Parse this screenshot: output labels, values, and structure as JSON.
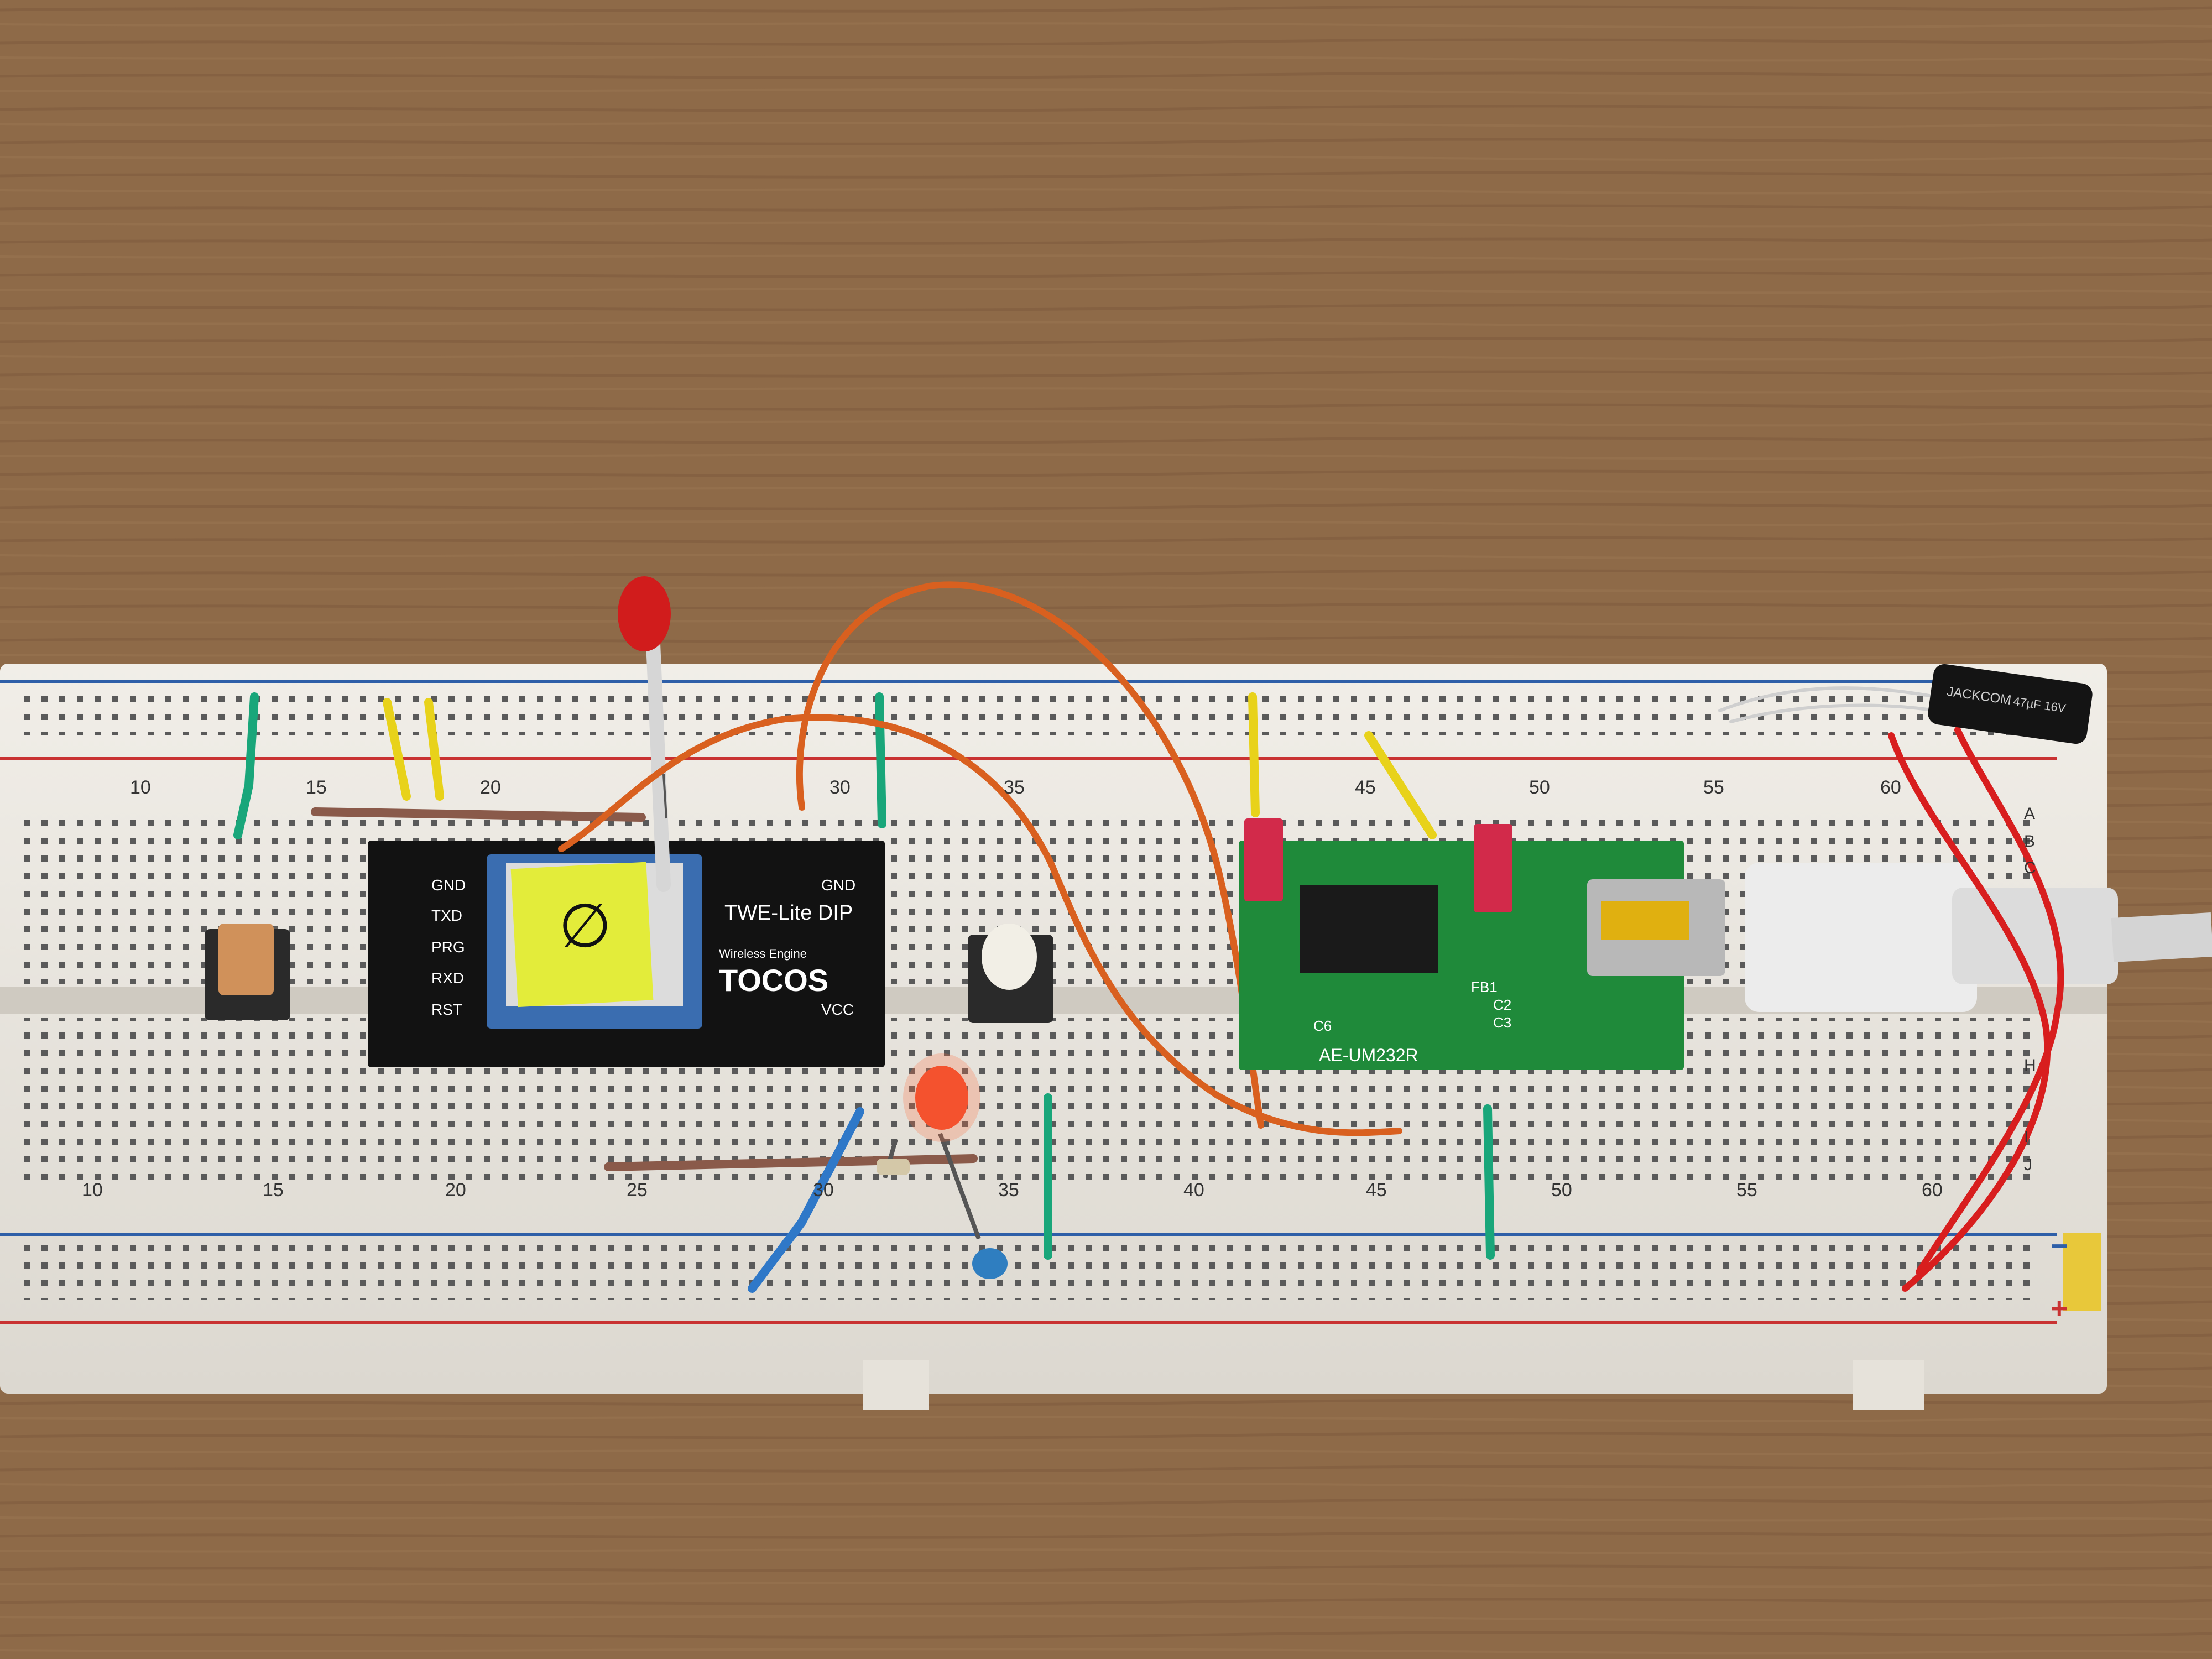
{
  "breadboard": {
    "top_columns": [
      "10",
      "15",
      "20",
      "30",
      "35",
      "45",
      "50",
      "55",
      "60"
    ],
    "bottom_columns": [
      "10",
      "15",
      "20",
      "25",
      "30",
      "35",
      "40",
      "45",
      "50",
      "55",
      "60"
    ],
    "row_letters": [
      "A",
      "B",
      "C",
      "H",
      "I",
      "J"
    ],
    "rail_minus": "−",
    "rail_plus": "+"
  },
  "twe_module": {
    "pins_left": [
      "GND",
      "TXD",
      "PRG",
      "RXD",
      "RST"
    ],
    "pin_right_top": "GND",
    "pin_right_bottom": "VCC",
    "name": "TWE-Lite DIP",
    "brand": "TOCOS",
    "brand_sub": "Wireless Engine",
    "sticker": "∅"
  },
  "usb_module": {
    "name": "AE-UM232R",
    "labels": [
      "FB1",
      "C2",
      "C3",
      "C6"
    ]
  },
  "capacitor": {
    "brand": "JACKCOM",
    "rating": "47µF 16V"
  },
  "colors": {
    "board": "#ece9e3",
    "wood": "#8e6a48",
    "pcb_black": "#121212",
    "pcb_green": "#1f8a3a",
    "rail_red": "#c93232",
    "rail_blue": "#2e5fa8"
  }
}
